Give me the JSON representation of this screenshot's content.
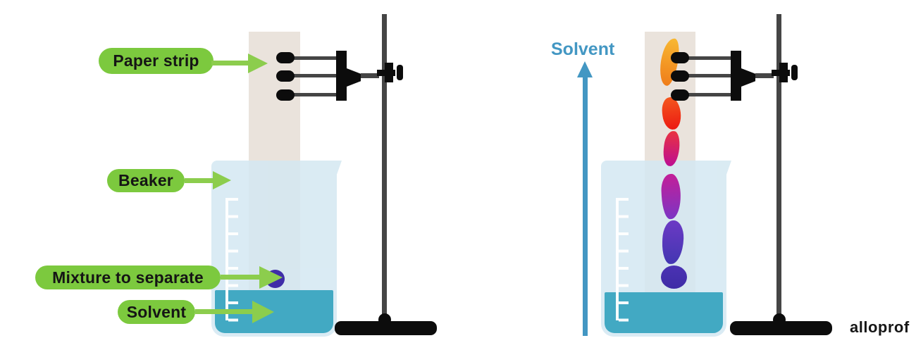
{
  "diagram": {
    "type": "paper-chromatography-setup",
    "left": {
      "labels": {
        "paper_strip": "Paper strip",
        "beaker": "Beaker",
        "mixture": "Mixture to separate",
        "solvent": "Solvent"
      }
    },
    "right": {
      "solvent_label": "Solvent",
      "spots": [
        {
          "name": "orange",
          "color_top": "#f8b832",
          "color_bottom": "#ef7d1a"
        },
        {
          "name": "red-orange",
          "color_top": "#f4571e",
          "color_bottom": "#ec1a12"
        },
        {
          "name": "red-magenta",
          "color_top": "#e93340",
          "color_bottom": "#bd0e93"
        },
        {
          "name": "magenta-purple",
          "color_top": "#c31f98",
          "color_bottom": "#7c35c4"
        },
        {
          "name": "violet-blue",
          "color_top": "#6c3ac4",
          "color_bottom": "#4336b2"
        },
        {
          "name": "blue-dot",
          "color_top": "#4b32b3",
          "color_bottom": "#3e2ca6"
        }
      ]
    },
    "watermark": "alloprof",
    "colors": {
      "label_pill_green": "#7cc93e",
      "arrow_green": "#8ccd4d",
      "label_text": "#151515",
      "solvent_teal": "#42a9c3",
      "beaker_glass": "#d4e8f2",
      "paper_strip_beige": "#eae3dc",
      "mixture_dot": "#3f2da8",
      "solvent_arrow_blue": "#4397c3",
      "stand_black": "#0c0c0c",
      "rod_gray": "#454545",
      "graduation_white": "#ffffff"
    }
  }
}
